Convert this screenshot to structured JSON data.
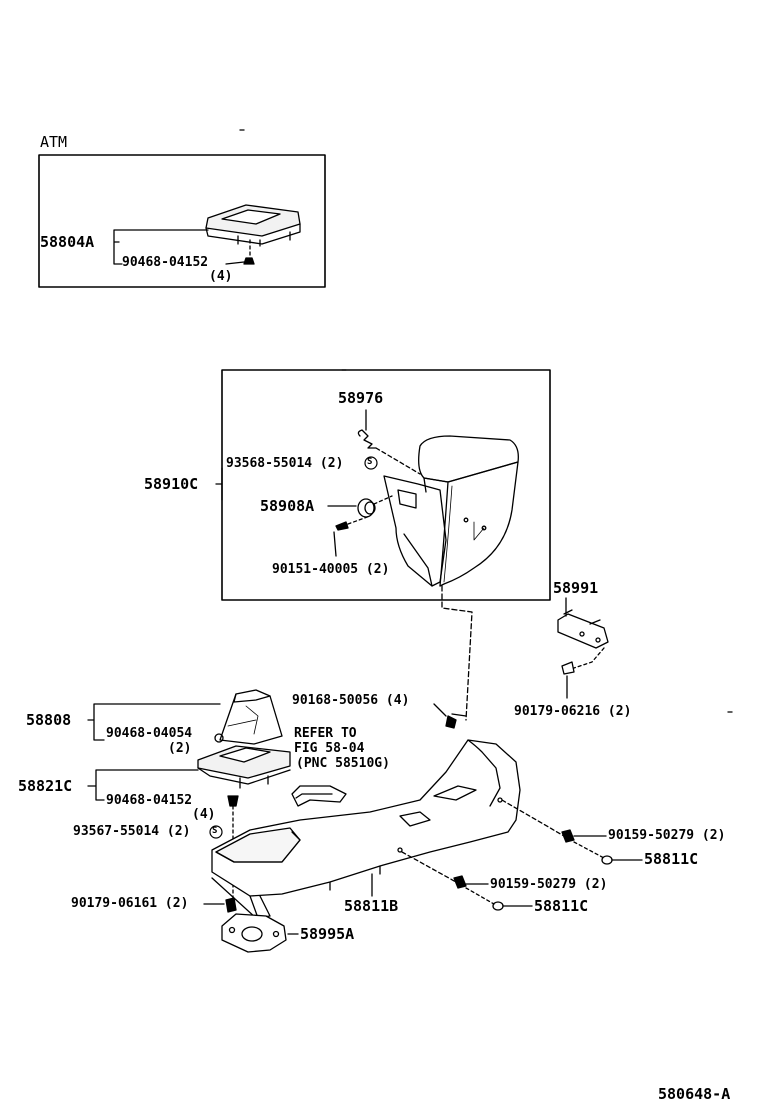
{
  "diagram": {
    "atm_label": "ATM",
    "parts": {
      "p58804A": "58804A",
      "p90468_04152_a": "90468-04152",
      "qty4_a": "(4)",
      "p58976": "58976",
      "p93568": "93568-55014 (2)",
      "p58910C": "58910C",
      "p58908A": "58908A",
      "p90151": "90151-40005 (2)",
      "p58991": "58991",
      "p90179_06216": "90179-06216 (2)",
      "p90168": "90168-50056 (4)",
      "p58808": "58808",
      "p90468_04054": "90468-04054",
      "qty2": "(2)",
      "refer1": "REFER TO",
      "refer2": "FIG 58-04",
      "refer3": "(PNC 58510G)",
      "p58821C": "58821C",
      "p90468_04152_b": "90468-04152",
      "qty4_b": "(4)",
      "p93567": "93567-55014 (2)",
      "p90159_a": "90159-50279 (2)",
      "p58811C_a": "58811C",
      "p90159_b": "90159-50279 (2)",
      "p58811C_b": "58811C",
      "p90179_06161": "90179-06161 (2)",
      "p58811B": "58811B",
      "p58995A": "58995A"
    },
    "s_symbol": "S",
    "figure_code": "580648-A"
  }
}
